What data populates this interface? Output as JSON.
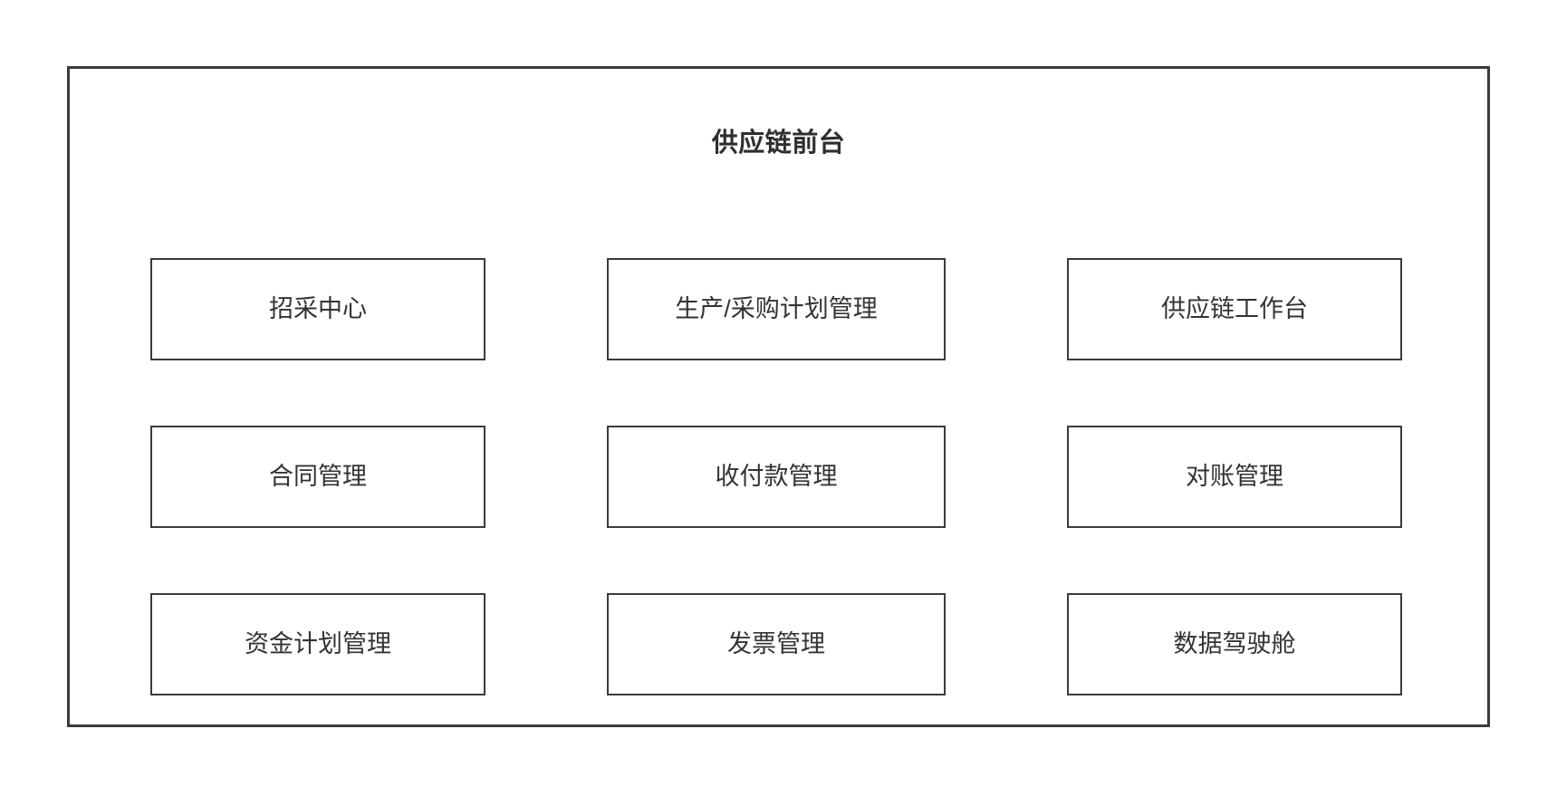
{
  "page": {
    "background_color": "#ffffff",
    "border_color": "#3b3b3b",
    "text_color": "#333333",
    "title_color": "#2f2f2f"
  },
  "panel": {
    "title": "供应链前台"
  },
  "modules": {
    "rows": [
      [
        {
          "label": "招采中心",
          "wrap": false
        },
        {
          "label": "生产/采购计划管理",
          "wrap": true
        },
        {
          "label": "供应链工作台",
          "wrap": false
        }
      ],
      [
        {
          "label": "合同管理",
          "wrap": false
        },
        {
          "label": "收付款管理",
          "wrap": false
        },
        {
          "label": "对账管理",
          "wrap": false
        }
      ],
      [
        {
          "label": "资金计划管理",
          "wrap": false
        },
        {
          "label": "发票管理",
          "wrap": false
        },
        {
          "label": "数据驾驶舱",
          "wrap": false
        }
      ]
    ]
  }
}
